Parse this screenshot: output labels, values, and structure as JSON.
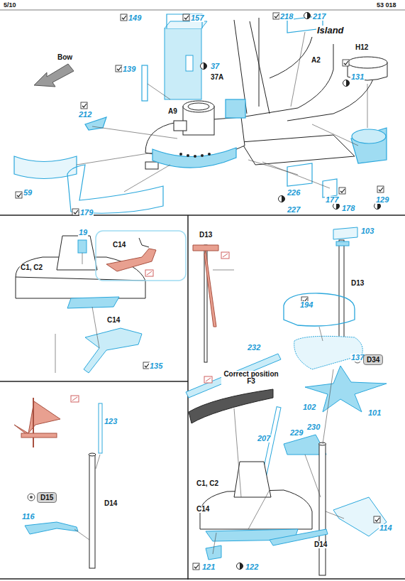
{
  "diagram": {
    "title": "Island",
    "nodes": [
      {
        "text": [
          "D34"
        ]
      },
      {
        "text": [
          "D15"
        ]
      }
    ],
    "labels": [
      "5/10",
      "53 018",
      "149",
      "157",
      "37",
      "37A",
      "218",
      "217",
      "A2",
      "131",
      "H12",
      "Bow",
      "139",
      "212",
      "A9",
      "59",
      "179",
      "226",
      "227",
      "177",
      "178",
      "129",
      "19",
      "C14",
      "C1, C2",
      "C14",
      "135",
      "D13",
      "103",
      "194",
      "D13",
      "137",
      "101",
      "232",
      "Correct position F3",
      "207",
      "102",
      "229",
      "230",
      "114",
      "D14",
      "C1, C2",
      "C14",
      "121",
      "122",
      "123",
      "116",
      "D14"
    ]
  }
}
